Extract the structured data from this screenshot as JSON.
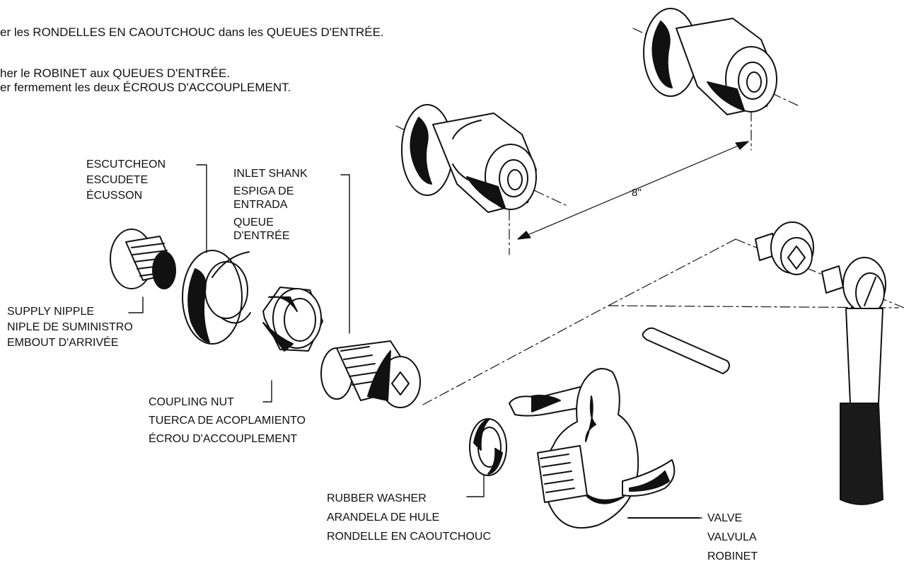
{
  "instructions": {
    "line_cut": "... ) p... ... (... ... ) ...",
    "step_washers": "er les RONDELLES EN CAOUTCHOUC dans les QUEUES D'ENTRÉE.",
    "step_attach": "her le ROBINET aux QUEUES D'ENTRÉE.",
    "step_tighten": "er fermement les deux ÉCROUS D'ACCOUPLEMENT."
  },
  "labels": {
    "escutcheon": [
      "ESCUTCHEON",
      "ESCUDETE",
      "ÉCUSSON"
    ],
    "inlet_shank": [
      "INLET SHANK",
      "ESPIGA DE",
      "ENTRADA",
      "QUEUE",
      "D'ENTRÉE"
    ],
    "supply_nipple": [
      "SUPPLY NIPPLE",
      "NIPLE DE SUMINISTRO",
      "EMBOUT D'ARRIVÉE"
    ],
    "coupling_nut": [
      "COUPLING NUT",
      "TUERCA DE ACOPLAMIENTO",
      "ÉCROU D'ACCOUPLEMENT"
    ],
    "rubber_washer": [
      "RUBBER WASHER",
      "ARANDELA DE HULE",
      "RONDELLE EN CAOUTCHOUC"
    ],
    "valve": [
      "VALVE",
      "VALVULA",
      "ROBINET"
    ]
  },
  "dimension": {
    "spacing": "8\""
  },
  "colors": {
    "ink": "#111111",
    "paper": "#ffffff",
    "grip": "#1a1a1a"
  }
}
